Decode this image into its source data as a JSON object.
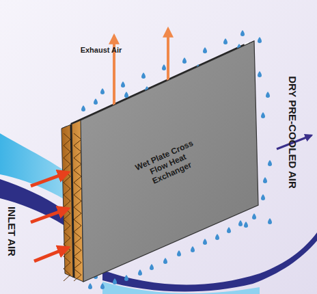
{
  "diagram": {
    "nodes": [
      {
        "text": [
          "Wet Plate Cross Flow Heat Exchanger"
        ]
      }
    ],
    "labels": [
      "Exhaust Air",
      "DRY PRE-COOLED AIR",
      "INLET AIR"
    ]
  }
}
